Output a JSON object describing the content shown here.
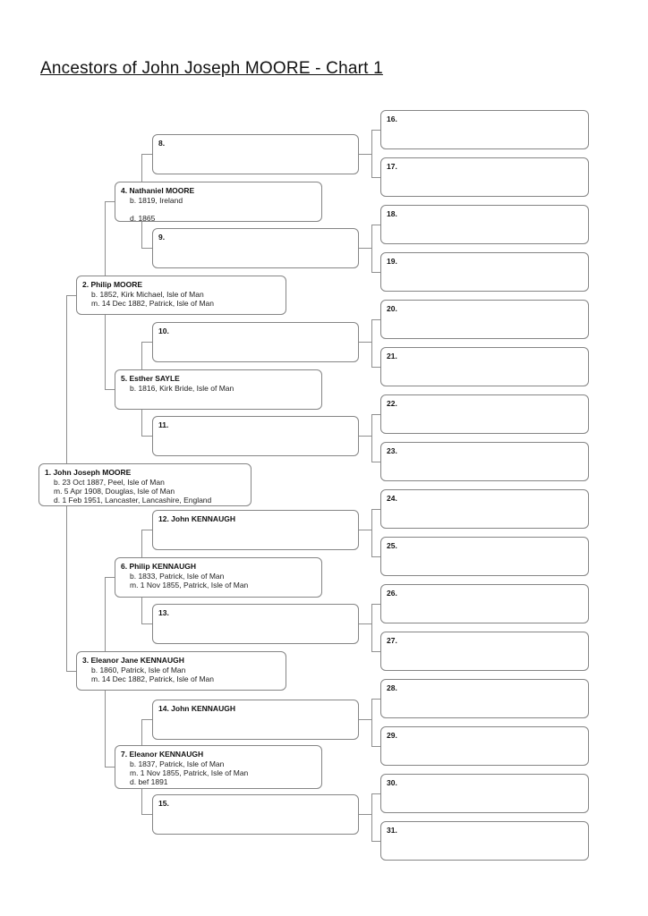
{
  "page": {
    "title": "Ancestors of John Joseph MOORE - Chart 1"
  },
  "persons": {
    "1": {
      "label": "1. John Joseph MOORE",
      "details": [
        "b. 23 Oct 1887, Peel, Isle of Man",
        "m. 5 Apr 1908, Douglas, Isle of Man",
        "d. 1 Feb 1951, Lancaster, Lancashire, England"
      ]
    },
    "2": {
      "label": "2. Philip MOORE",
      "details": [
        "b. 1852, Kirk Michael, Isle of Man",
        "m. 14 Dec 1882, Patrick, Isle of Man"
      ]
    },
    "3": {
      "label": "3. Eleanor Jane KENNAUGH",
      "details": [
        "b. 1860, Patrick, Isle of Man",
        "m. 14 Dec 1882, Patrick, Isle of Man"
      ]
    },
    "4": {
      "label": "4. Nathaniel MOORE",
      "details": [
        "b. 1819, Ireland",
        "",
        "d. 1865"
      ]
    },
    "5": {
      "label": "5. Esther SAYLE",
      "details": [
        "b. 1816, Kirk Bride, Isle of Man"
      ]
    },
    "6": {
      "label": "6. Philip KENNAUGH",
      "details": [
        "b. 1833, Patrick, Isle of Man",
        "m. 1 Nov 1855, Patrick, Isle of Man"
      ]
    },
    "7": {
      "label": "7. Eleanor KENNAUGH",
      "details": [
        "b. 1837, Patrick, Isle of Man",
        "m. 1 Nov 1855, Patrick, Isle of Man",
        "d. bef 1891"
      ]
    },
    "8": {
      "label": "8."
    },
    "9": {
      "label": "9."
    },
    "10": {
      "label": "10."
    },
    "11": {
      "label": "11."
    },
    "12": {
      "label": "12. John KENNAUGH"
    },
    "13": {
      "label": "13."
    },
    "14": {
      "label": "14. John KENNAUGH"
    },
    "15": {
      "label": "15."
    },
    "16": {
      "label": "16."
    },
    "17": {
      "label": "17."
    },
    "18": {
      "label": "18."
    },
    "19": {
      "label": "19."
    },
    "20": {
      "label": "20."
    },
    "21": {
      "label": "21."
    },
    "22": {
      "label": "22."
    },
    "23": {
      "label": "23."
    },
    "24": {
      "label": "24."
    },
    "25": {
      "label": "25."
    },
    "26": {
      "label": "26."
    },
    "27": {
      "label": "27."
    },
    "28": {
      "label": "28."
    },
    "29": {
      "label": "29."
    },
    "30": {
      "label": "30."
    },
    "31": {
      "label": "31."
    }
  }
}
